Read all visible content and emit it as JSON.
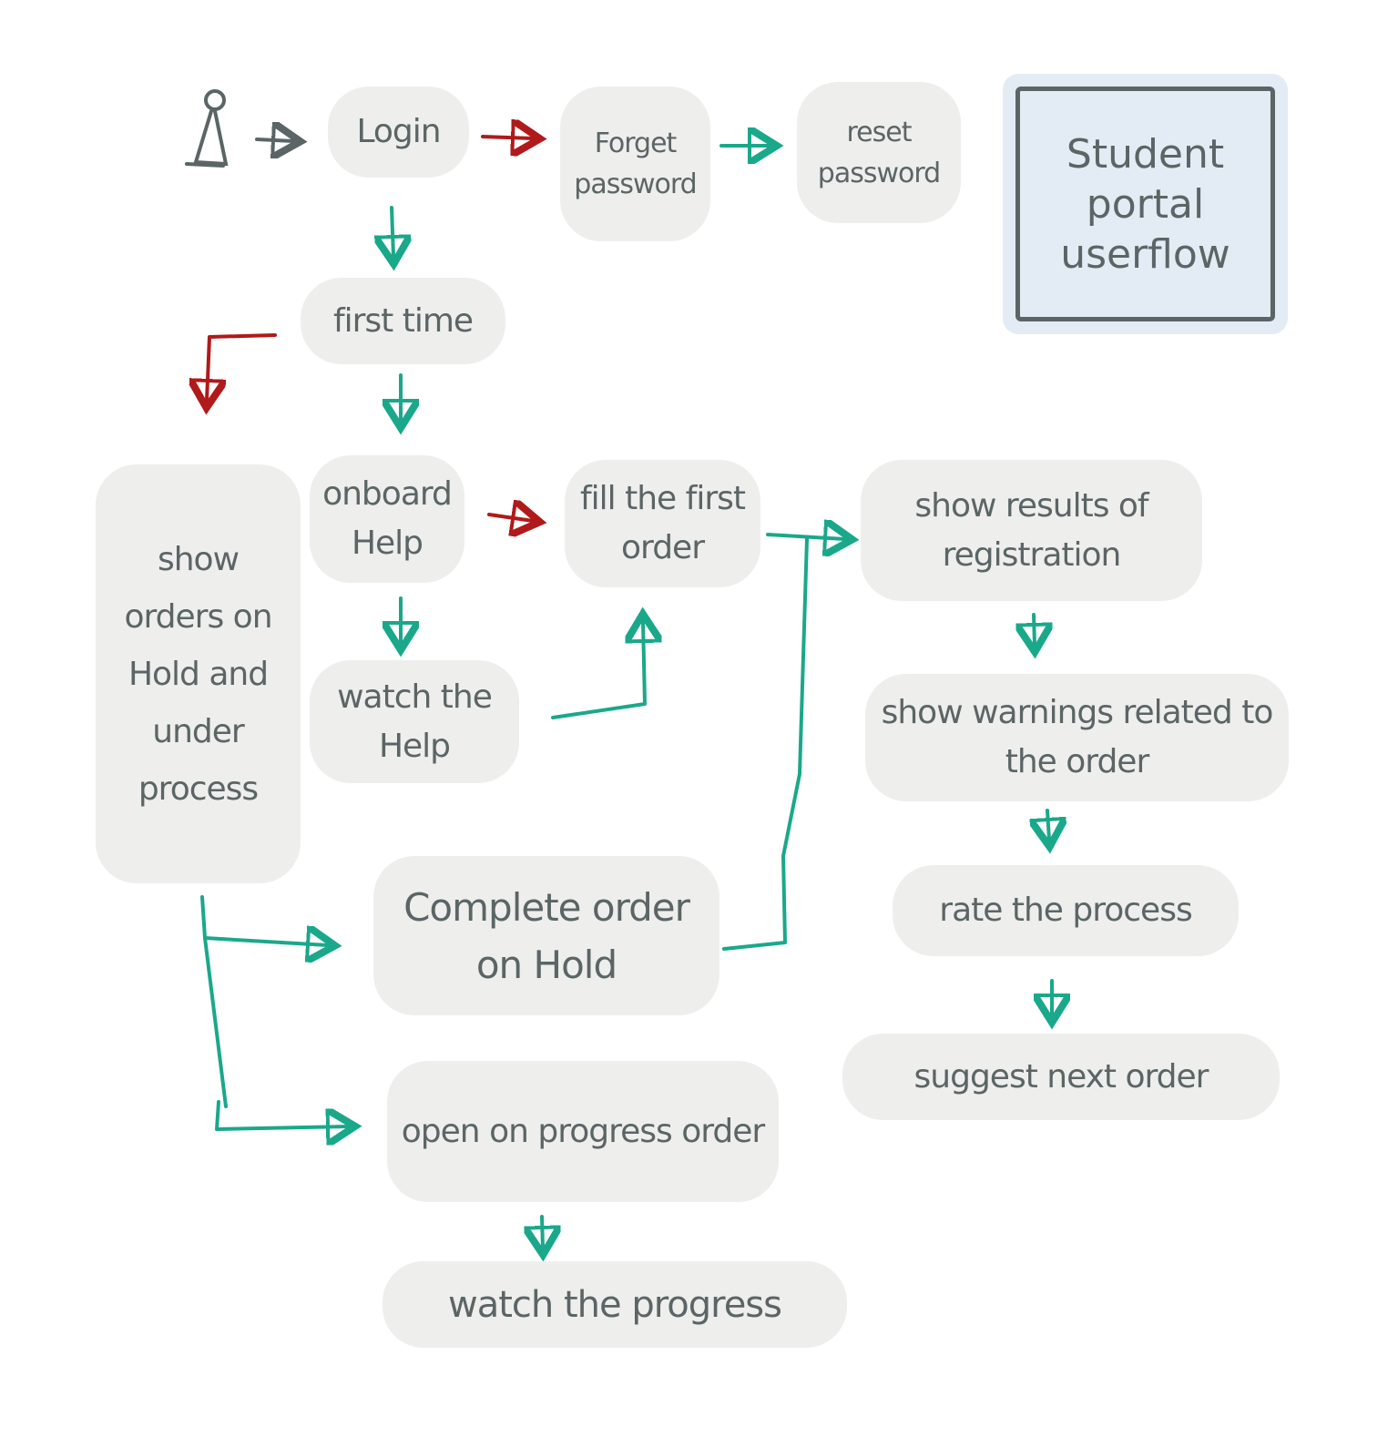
{
  "title": "Student portal userflow",
  "colors": {
    "positive_flow": "#1aa88a",
    "alternate_flow": "#b01a1a",
    "ink": "#5b6566",
    "node_fill": "#eeeeed",
    "title_fill": "#e3ecf4"
  },
  "actor": {
    "icon": "person-icon"
  },
  "nodes": {
    "login": "Login",
    "forget_password": "Forget password",
    "reset_password": "reset password",
    "first_time": "first time",
    "show_orders": "show orders on Hold and under process",
    "onboard_help": "onboard Help",
    "fill_first_order": "fill the first order",
    "show_results": "show results of registration",
    "watch_help": "watch the Help",
    "show_warnings": "show warnings related to the order",
    "rate_process": "rate the process",
    "suggest_next": "suggest next order",
    "complete_on_hold": "Complete order on Hold",
    "open_in_progress": "open on progress order",
    "watch_progress": "watch the progress"
  }
}
